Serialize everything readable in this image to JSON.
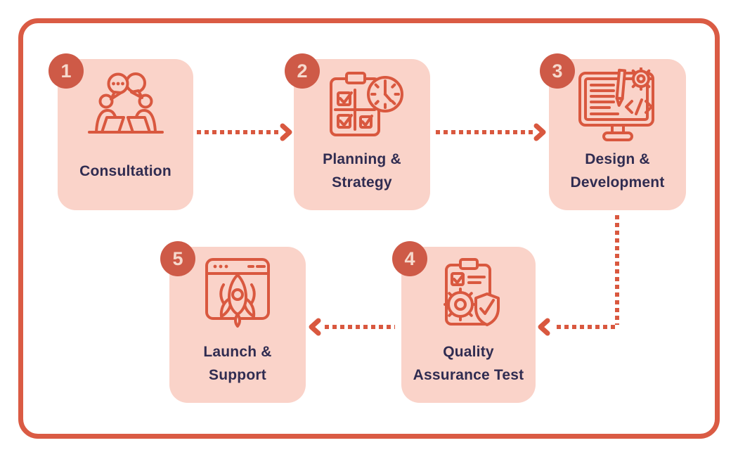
{
  "theme": {
    "page-bg": "#FFFFFF",
    "frame-color": "#DA5B44",
    "card-bg": "#FAD3C9",
    "badge-bg": "#CE5A47",
    "badge-text": "#F6D9CD",
    "label-color": "#302C51",
    "accent": "#D9583F"
  },
  "diagram": {
    "type": "process-flow",
    "flow_order": [
      "1",
      "2",
      "3",
      "4",
      "5"
    ],
    "steps": [
      {
        "number": "1",
        "line1": "Consultation",
        "line2": "",
        "icon": "consultation-icon"
      },
      {
        "number": "2",
        "line1": "Planning &",
        "line2": "Strategy",
        "icon": "planning-strategy-icon"
      },
      {
        "number": "3",
        "line1": "Design &",
        "line2": "Development",
        "icon": "design-development-icon"
      },
      {
        "number": "4",
        "line1": "Quality",
        "line2": "Assurance Test",
        "icon": "quality-assurance-icon"
      },
      {
        "number": "5",
        "line1": "Launch &",
        "line2": "Support",
        "icon": "launch-support-icon"
      }
    ]
  }
}
